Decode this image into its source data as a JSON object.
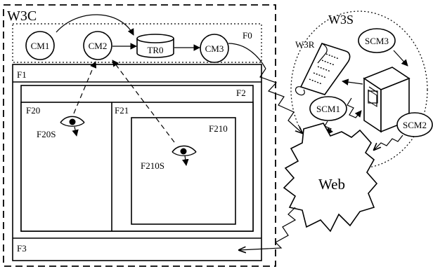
{
  "w3c": {
    "title": "W3C",
    "frames": {
      "f0": "F0",
      "f1": "F1",
      "f2": "F2",
      "f20": "F20",
      "f21": "F21",
      "f210": "F210",
      "f3": "F3"
    }
  },
  "components": {
    "cm1": "CM1",
    "cm2": "CM2",
    "cm3": "CM3",
    "tr0": "TR0"
  },
  "sensors": {
    "f20s": "F20S",
    "f210s": "F210S"
  },
  "w3s": {
    "title": "W3S",
    "scm1": "SCM1",
    "scm2": "SCM2",
    "scm3": "SCM3",
    "w3r": "W3R"
  },
  "web": {
    "label": "Web"
  }
}
